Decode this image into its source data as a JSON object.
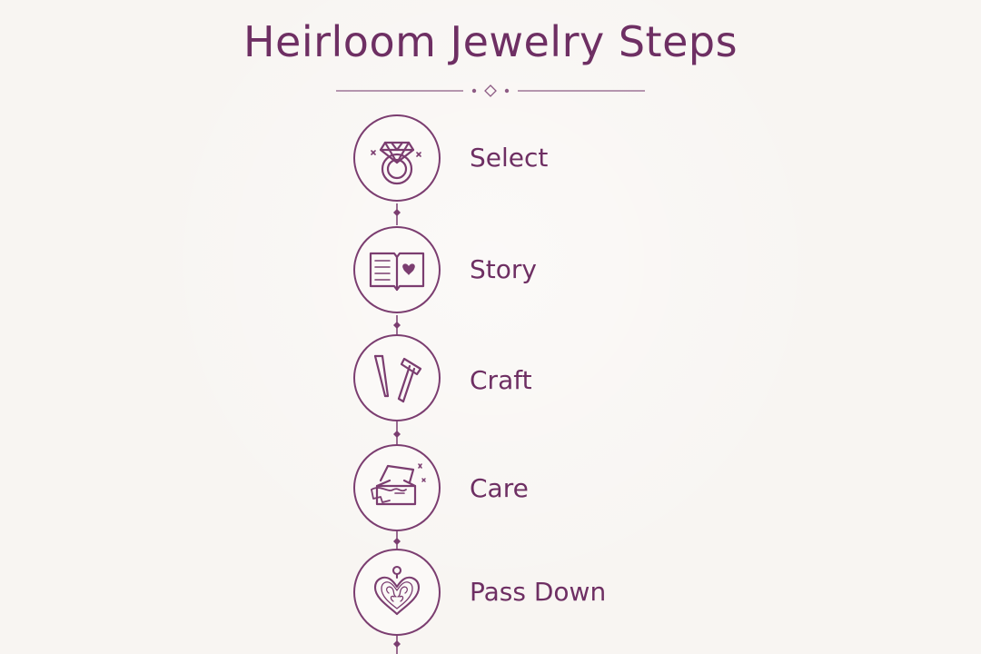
{
  "title": "Heirloom Jewelry Steps",
  "colors": {
    "accent": "#6e2f63",
    "background": "#f8f5f2"
  },
  "steps": [
    {
      "label": "Select",
      "icon": "ring-icon"
    },
    {
      "label": "Story",
      "icon": "open-book-heart-icon"
    },
    {
      "label": "Craft",
      "icon": "tweezers-hammer-icon"
    },
    {
      "label": "Care",
      "icon": "jewelry-box-cloth-icon"
    },
    {
      "label": "Pass Down",
      "icon": "heart-locket-icon"
    }
  ]
}
